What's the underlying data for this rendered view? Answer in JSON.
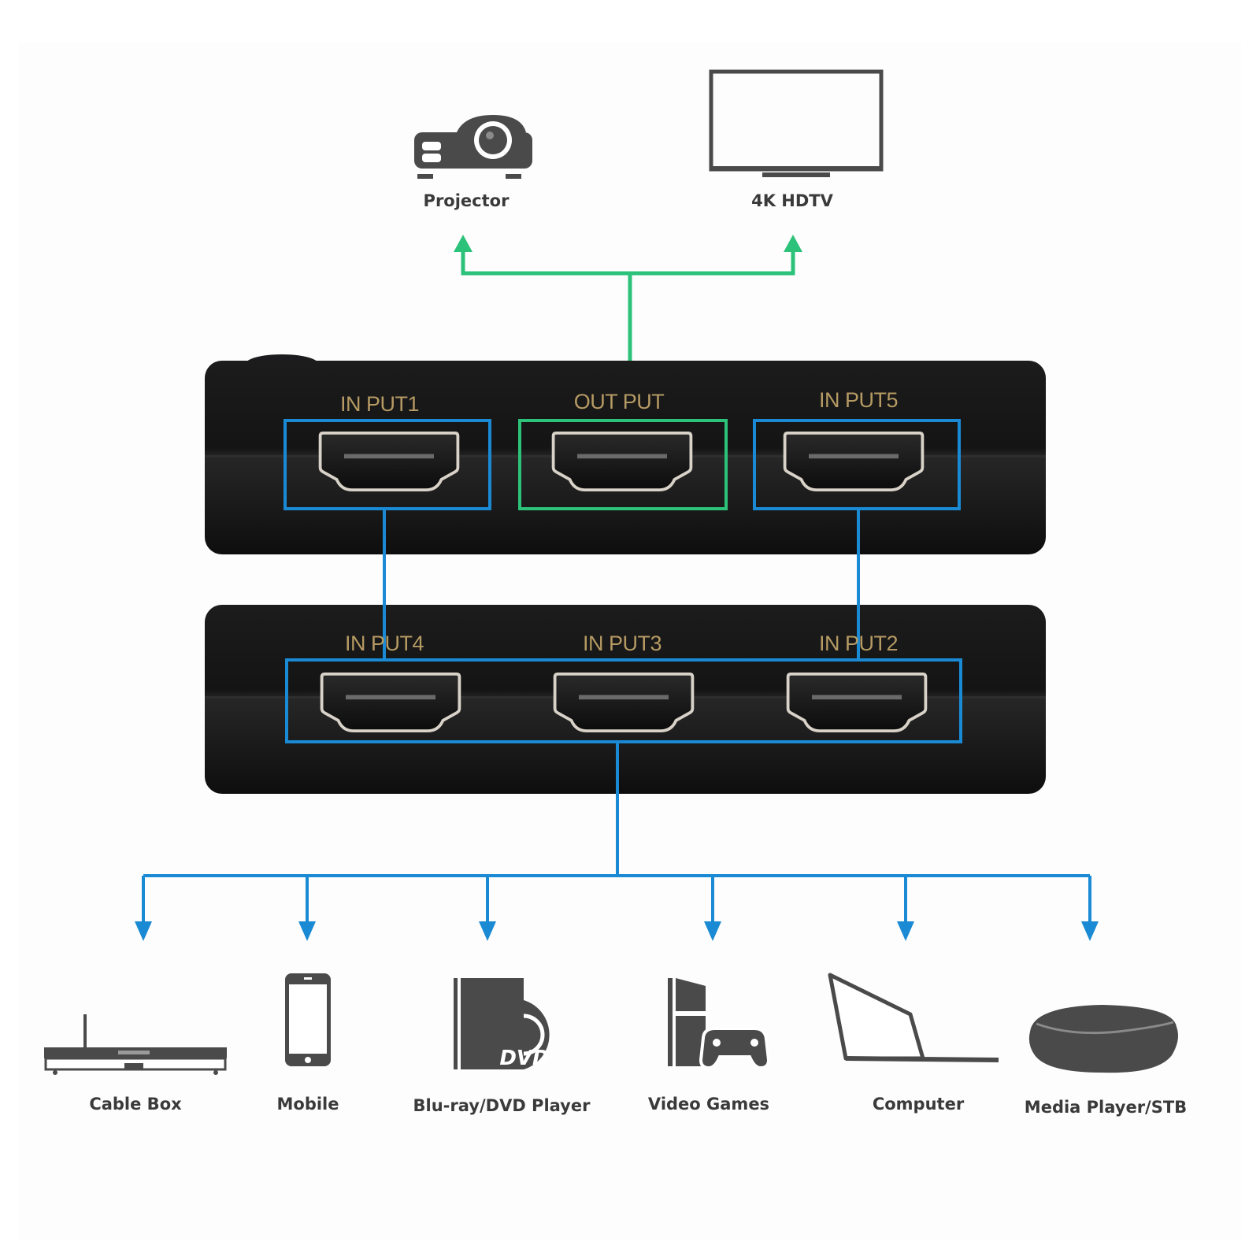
{
  "colors": {
    "output_line": "#2dc27a",
    "input_line": "#1a8ad4",
    "port_label": "#b59a63",
    "device_body": "#161616",
    "icon_gray": "#4a4a4a"
  },
  "outputs": [
    {
      "label": "Projector",
      "icon": "projector-icon"
    },
    {
      "label": "4K HDTV",
      "icon": "tv-icon"
    }
  ],
  "switch": {
    "top_row": [
      {
        "label": "IN PUT1",
        "type": "input"
      },
      {
        "label": "OUT PUT",
        "type": "output"
      },
      {
        "label": "IN PUT5",
        "type": "input"
      }
    ],
    "bottom_row": [
      {
        "label": "IN PUT4",
        "type": "input"
      },
      {
        "label": "IN PUT3",
        "type": "input"
      },
      {
        "label": "IN PUT2",
        "type": "input"
      }
    ]
  },
  "sources": [
    {
      "label": "Cable Box",
      "icon": "cable-box-icon"
    },
    {
      "label": "Mobile",
      "icon": "mobile-icon"
    },
    {
      "label": "Blu-ray/DVD Player",
      "icon": "dvd-player-icon"
    },
    {
      "label": "Video Games",
      "icon": "game-console-icon"
    },
    {
      "label": "Computer",
      "icon": "laptop-icon"
    },
    {
      "label": "Media Player/STB",
      "icon": "media-player-icon"
    }
  ],
  "dvd_text": "DVD"
}
